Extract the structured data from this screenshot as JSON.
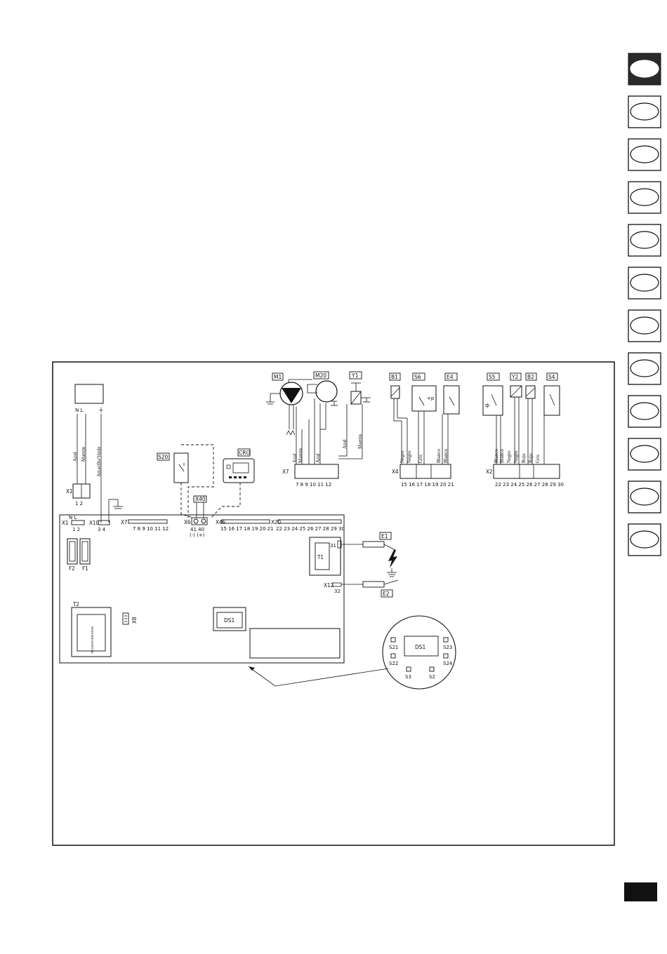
{
  "colors": {
    "ink": "#111111",
    "paper": "#ffffff",
    "tab_active": "#2a2a2a"
  },
  "side_tabs": {
    "count": 12,
    "active_index": 0
  },
  "bottom_tab": {
    "filled": true
  },
  "components": {
    "M1": "M1",
    "M20": "M20",
    "Y1": "Y1",
    "B1": "B1",
    "S6": "S6",
    "E4": "E4",
    "S5": "S5",
    "Y2": "Y2",
    "B2": "B2",
    "S4": "S4",
    "S20": "S20",
    "CRO": "CRO",
    "X40": "X40",
    "E1": "E1",
    "E2": "E2",
    "T1": "T1",
    "T2": "T2",
    "DS1": "DS1",
    "F1": "F1",
    "F2": "F2"
  },
  "connectors": {
    "X1": "X1",
    "X10": "X10",
    "X7": "X7",
    "X6": "X6",
    "X4": "X4",
    "X2": "X2",
    "X8": "X8",
    "X12": "X12",
    "X46": "X46",
    "X20": "X20"
  },
  "terminals": {
    "x1_top": "1  2",
    "x1_board": "1  2",
    "x10": "3  4",
    "x7_board": "7  8  9  10  11  12",
    "x7_top": "7  8  9  10  11  12",
    "x6": "41  40",
    "x6_pol": "(-)  (+)",
    "x46": "15 16 17 18 19 20 21",
    "x20": "22 23 24 25 26 27 28 29 30",
    "x4_top": "15 16 17 18 19 20 21",
    "x2_top": "22 23 24 25 26 27 28 29 30",
    "t31": "31",
    "t32": "32",
    "nl_top": "N  L",
    "nl_board": "N    L"
  },
  "wires": {
    "x1": [
      "Azul",
      "Marrón",
      "Amarillo/Verde"
    ],
    "x7": [
      "Azul",
      "Marrón",
      "Azul",
      "Azul",
      "Marrón"
    ],
    "x4": [
      "Negro",
      "Negro",
      "Gris",
      "Blanco",
      "Blanco"
    ],
    "x2": [
      "Blanco",
      "Blanco",
      "Negro",
      "Negro",
      "Rojo",
      "Rojo",
      "Gris"
    ]
  },
  "transformer_label": "TRANSFORMATOR",
  "display_buttons": [
    "S21",
    "S22",
    "S23",
    "S24",
    "S3",
    "S2"
  ]
}
